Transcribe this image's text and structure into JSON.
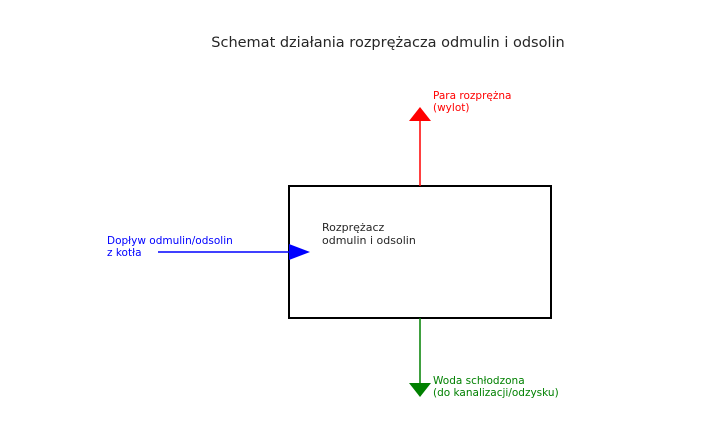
{
  "title": "Schemat działania rozprężacza odmulin i odsolin",
  "box": {
    "line1": "Rozprężacz",
    "line2": "odmulin i odsolin"
  },
  "inlet": {
    "line1": "Dopływ odmulin/odsolin",
    "line2": "z kotła",
    "color": "#0000ff"
  },
  "steam_outlet": {
    "line1": "Para rozprężna",
    "line2": "(wylot)",
    "color": "#ff0000"
  },
  "water_outlet": {
    "line1": "Woda schłodzona",
    "line2": "(do kanalizacji/odzysku)",
    "color": "#008000"
  }
}
